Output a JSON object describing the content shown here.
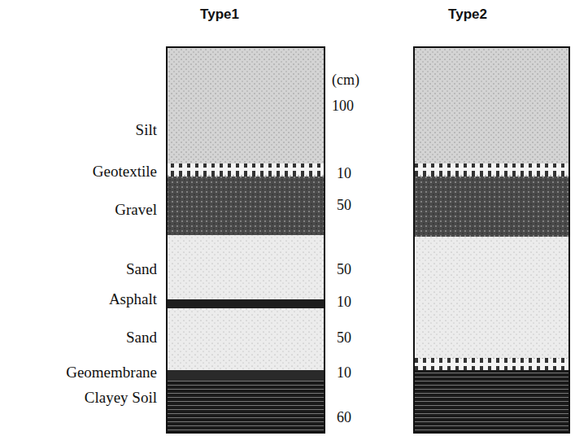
{
  "diagram": {
    "labels": [
      "Type1",
      "Type2",
      "Silt",
      "Geotextile",
      "Gravel",
      "Sand",
      "Asphalt",
      "Sand",
      "Geomembrane",
      "Clayey Soil",
      "(cm)",
      "100",
      "10",
      "50",
      "50",
      "10",
      "50",
      "10",
      "60"
    ]
  }
}
